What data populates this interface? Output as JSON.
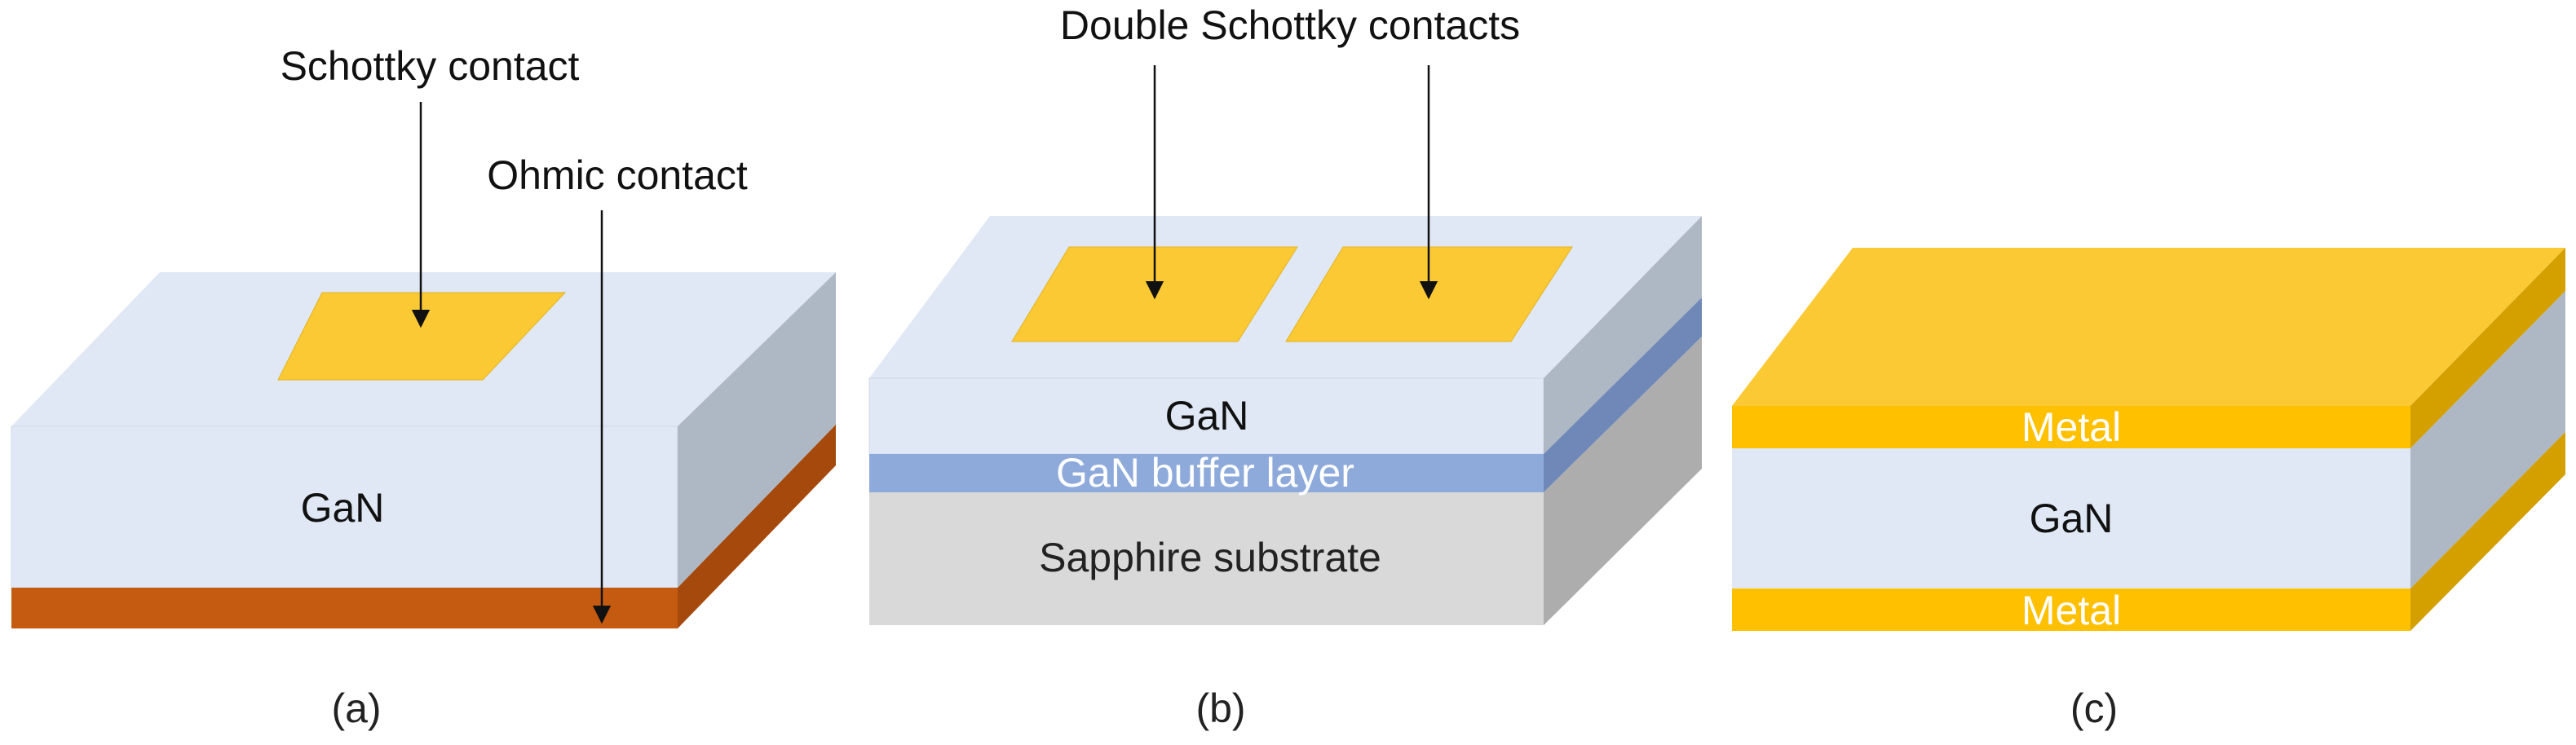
{
  "panel_a": {
    "caption": "(a)",
    "layer_label": "GaN",
    "schottky_label": "Schottky contact",
    "ohmic_label": "Ohmic contact"
  },
  "panel_b": {
    "caption": "(b)",
    "contacts_label": "Double Schottky contacts",
    "gan_label": "GaN",
    "buffer_label": "GaN buffer layer",
    "substrate_label": "Sapphire substrate"
  },
  "panel_c": {
    "caption": "(c)",
    "top_metal_label": "Metal",
    "gan_label": "GaN",
    "bottom_metal_label": "Metal"
  },
  "colors": {
    "gan_front": "#dfe8f4",
    "gan_side": "#aeb8c4",
    "contact_gold": "#fbc934",
    "ohmic_front": "#c55a11",
    "ohmic_side": "#a6490d",
    "buffer_front": "#8eaadb",
    "buffer_side": "#7088b8",
    "sapphire_front": "#d9d9d9",
    "sapphire_side": "#adadad",
    "metal_front": "#ffc000",
    "metal_side": "#d3a000"
  }
}
